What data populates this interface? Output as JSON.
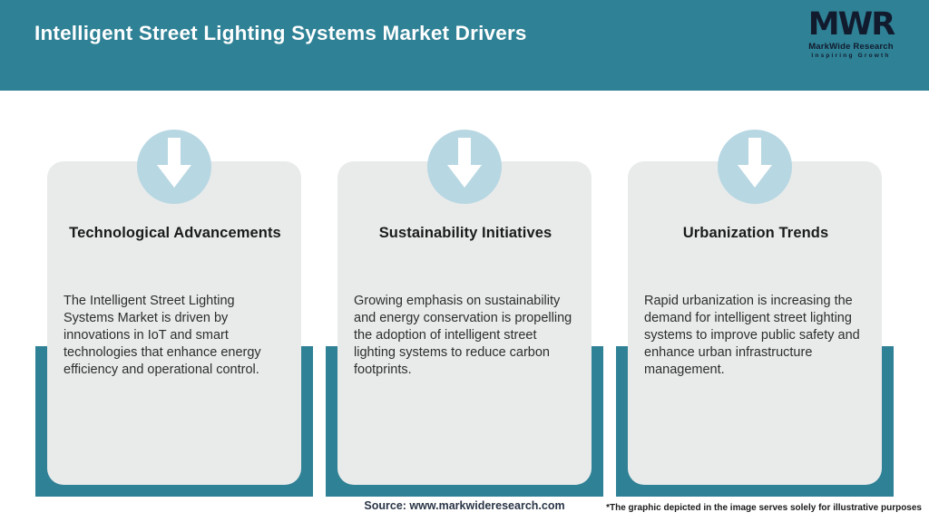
{
  "header": {
    "title": "Intelligent Street Lighting Systems Market Drivers"
  },
  "logo": {
    "monogram": "MWR",
    "company": "MarkWide Research",
    "tagline": "Inspiring Growth"
  },
  "cards": [
    {
      "icon": "down-arrow-icon",
      "title": "Technological Advancements",
      "body": "The Intelligent Street Lighting Systems Market is driven by innovations in IoT and smart technologies that enhance energy efficiency and operational control."
    },
    {
      "icon": "down-arrow-icon",
      "title": "Sustainability Initiatives",
      "body": "Growing emphasis on sustainability and energy conservation is propelling the adoption of intelligent street lighting systems to reduce carbon footprints."
    },
    {
      "icon": "down-arrow-icon",
      "title": "Urbanization Trends",
      "body": "Rapid urbanization is increasing the demand for intelligent street lighting systems to improve public safety and enhance urban infrastructure management."
    }
  ],
  "footer": {
    "source": "Source: www.markwideresearch.com",
    "disclaimer": "*The graphic depicted in the image serves solely for illustrative purposes"
  },
  "colors": {
    "header_teal": "#2F8195",
    "backing_teal": "#2F8195",
    "card_bg": "#E9EBEB",
    "icon_circle_blue": "#B7D7E2",
    "icon_arrow_white": "#FFFFFF",
    "logo_navy": "#121B2E",
    "title_white": "#FFFFFF",
    "body_text": "#2D2D2D"
  }
}
